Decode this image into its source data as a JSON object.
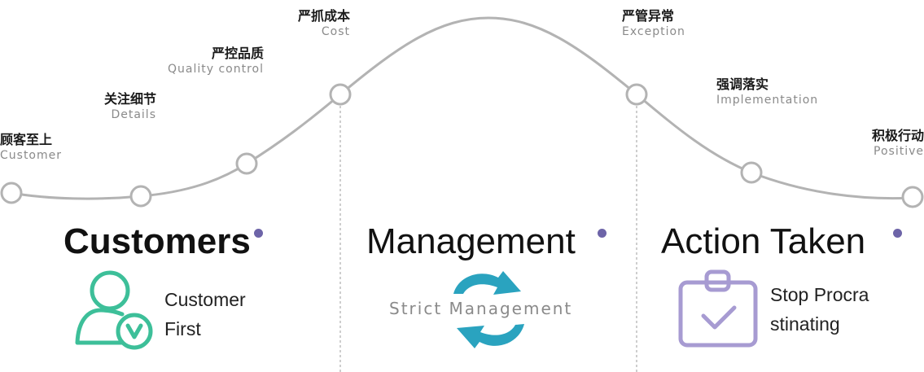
{
  "milestones": [
    {
      "zh": "顾客至上",
      "en": "Customer"
    },
    {
      "zh": "关注细节",
      "en": "Details"
    },
    {
      "zh": "严控品质",
      "en": "Quality control"
    },
    {
      "zh": "严抓成本",
      "en": "Cost"
    },
    {
      "zh": "严管异常",
      "en": "Exception"
    },
    {
      "zh": "强调落实",
      "en": "Implementation"
    },
    {
      "zh": "积极行动",
      "en": "Positive"
    }
  ],
  "sections": {
    "customers": {
      "title": "Customers",
      "desc_line1": "Customer",
      "desc_line2": "First",
      "icon": "user-check-icon",
      "icon_color": "#3dbf99"
    },
    "management": {
      "title": "Management",
      "caption": "Strict Management",
      "icon": "refresh-cycle-icon",
      "icon_color": "#2aa3bf"
    },
    "action": {
      "title": "Action Taken",
      "desc_line1": "Stop Procra",
      "desc_line2": "stinating",
      "icon": "clipboard-check-icon",
      "icon_color": "#a79bd2"
    }
  },
  "colors": {
    "curve": "#b3b3b3",
    "accent_dot": "#6d64a8"
  }
}
